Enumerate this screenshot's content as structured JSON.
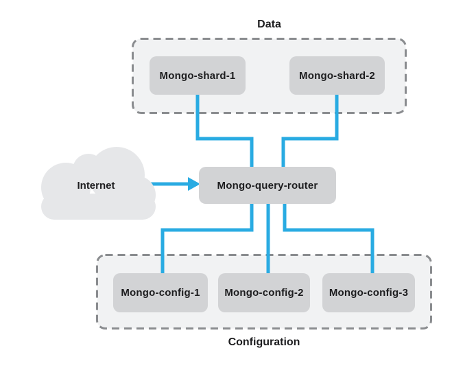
{
  "groups": {
    "data": {
      "label": "Data",
      "nodes": [
        {
          "label": "Mongo-shard-1"
        },
        {
          "label": "Mongo-shard-2"
        }
      ]
    },
    "configuration": {
      "label": "Configuration",
      "nodes": [
        {
          "label": "Mongo-config-1"
        },
        {
          "label": "Mongo-config-2"
        },
        {
          "label": "Mongo-config-3"
        }
      ]
    }
  },
  "router": {
    "label": "Mongo-query-router"
  },
  "internet": {
    "label": "Internet"
  },
  "edges": [
    {
      "from": "Internet",
      "to": "Mongo-query-router",
      "style": "arrow"
    },
    {
      "from": "Mongo-shard-1",
      "to": "Mongo-query-router",
      "style": "line"
    },
    {
      "from": "Mongo-shard-2",
      "to": "Mongo-query-router",
      "style": "line"
    },
    {
      "from": "Mongo-query-router",
      "to": "Mongo-config-1",
      "style": "line"
    },
    {
      "from": "Mongo-query-router",
      "to": "Mongo-config-2",
      "style": "line"
    },
    {
      "from": "Mongo-query-router",
      "to": "Mongo-config-3",
      "style": "line"
    }
  ],
  "colors": {
    "connector": "#29ABE2",
    "node_fill": "#D2D3D5",
    "group_fill": "#F1F2F3",
    "group_border": "#8A8C8F",
    "cloud_fill": "#E6E7E9",
    "text": "#1D1D1F",
    "background": "#FFFFFF"
  }
}
